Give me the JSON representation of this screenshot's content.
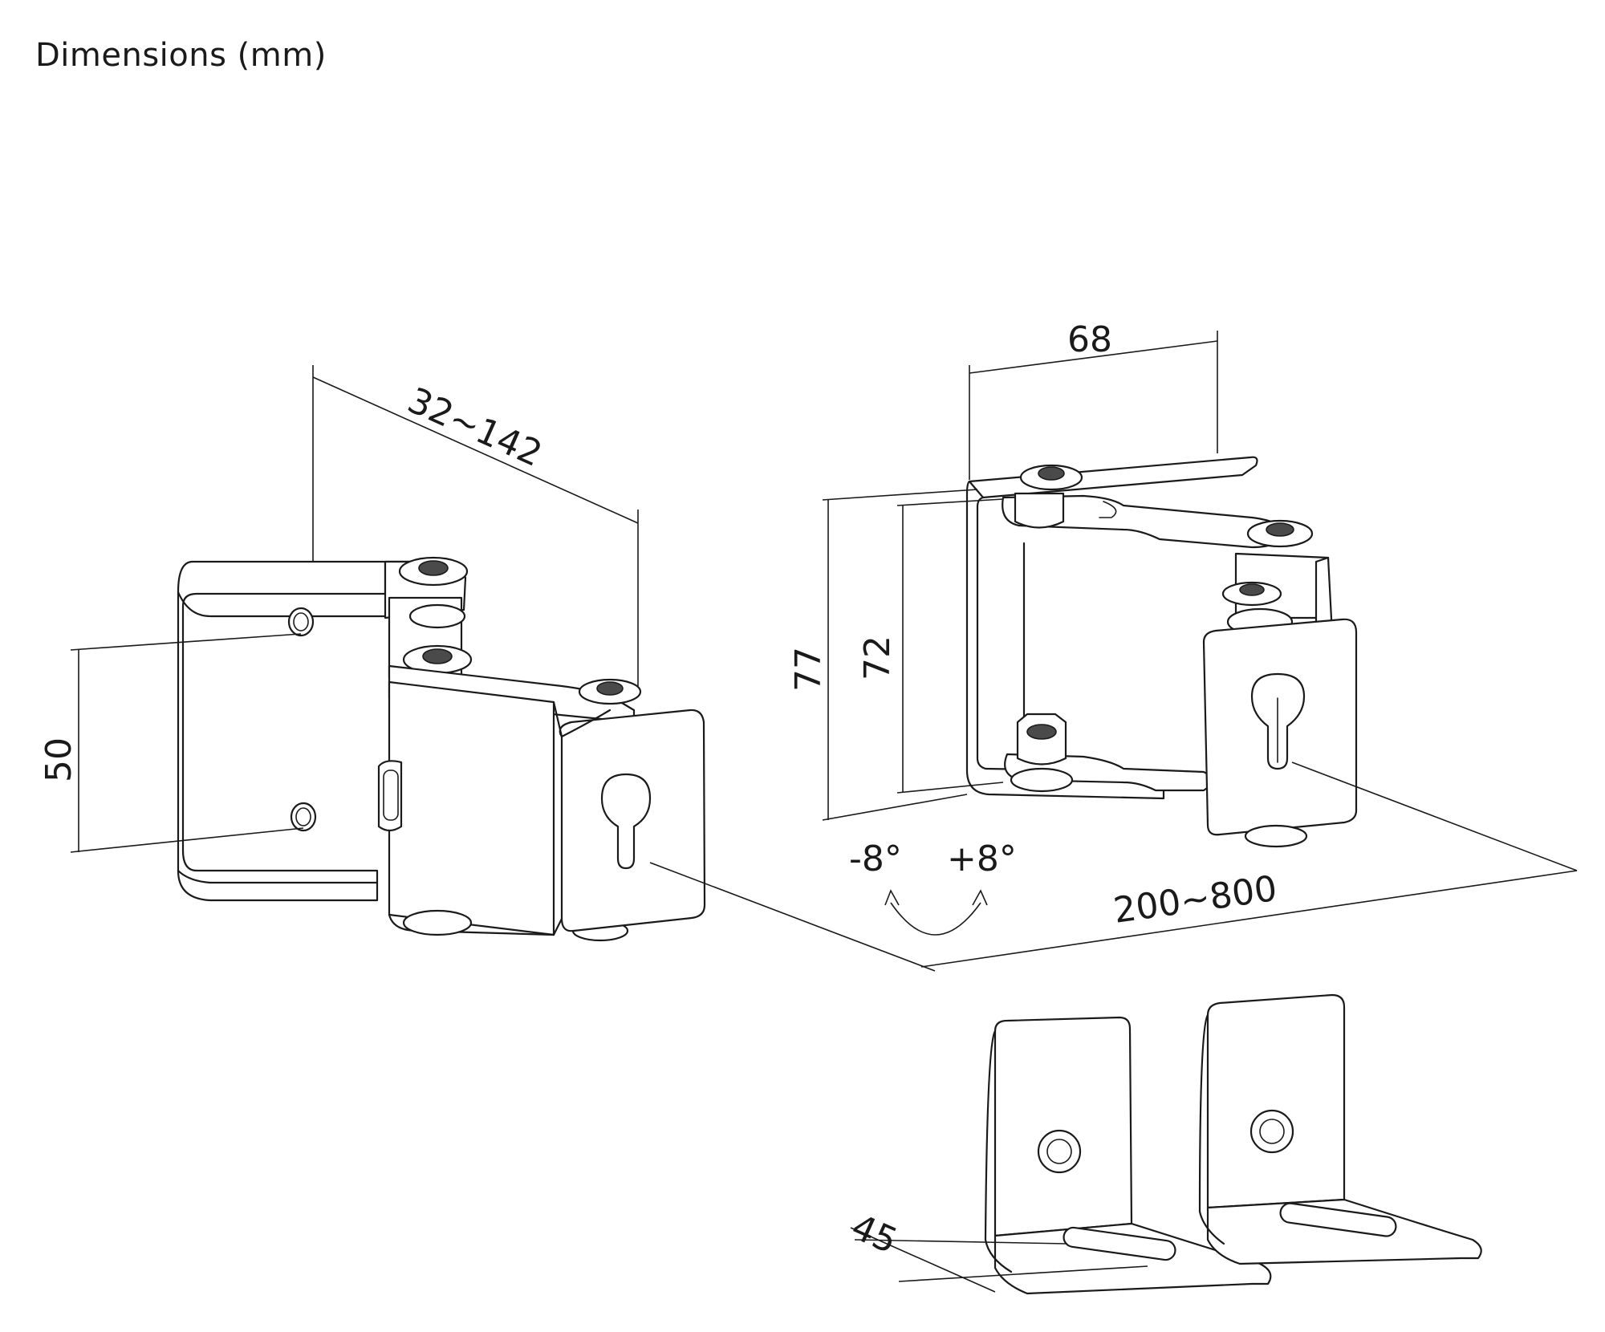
{
  "title": "Dimensions (mm)",
  "dimensions": {
    "depth_range": "32~142",
    "hole_spacing": "50",
    "bracket_width": "68",
    "outer_height": "77",
    "inner_height": "72",
    "tilt_minus": "-8°",
    "tilt_plus": "+8°",
    "mount_range": "200~800",
    "foot_depth": "45"
  }
}
